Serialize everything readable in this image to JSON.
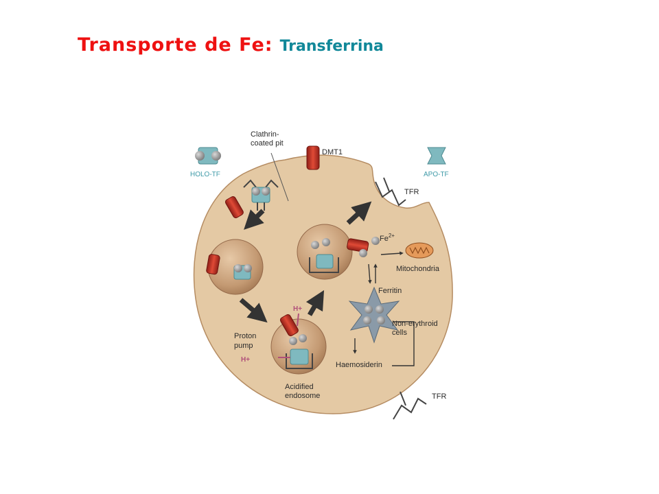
{
  "title": {
    "main": "Transporte de Fe:",
    "sub": "Transferrina"
  },
  "labels": {
    "clathrin_l1": "Clathrin-",
    "clathrin_l2": "coated pit",
    "dmt1": "DMT1",
    "holo_tf": "HOLO-TF",
    "apo_tf": "APO-TF",
    "tfr_top": "TFR",
    "tfr_bottom": "TFR",
    "fe_base": "Fe",
    "fe_sup": "2+",
    "mitochondria": "Mitochondria",
    "ferritin": "Ferritin",
    "non_ery_l1": "Non-erythroid",
    "non_ery_l2": "cells",
    "haemosiderin": "Haemosiderin",
    "proton_l1": "Proton",
    "proton_l2": "pump",
    "h_plus_top": "H+",
    "h_plus_left": "H+",
    "acid_l1": "Acidified",
    "acid_l2": "endosome"
  },
  "colors": {
    "cell": "#e4c9a4",
    "cell_edge": "#b58c62",
    "vesicle": "#c9a07a",
    "dmt1": "#c8382a",
    "receptor": "#7fb9bf",
    "iron": "#8a8a8a",
    "arrow": "#333333",
    "title_main": "#ee1111",
    "title_sub": "#118899"
  }
}
